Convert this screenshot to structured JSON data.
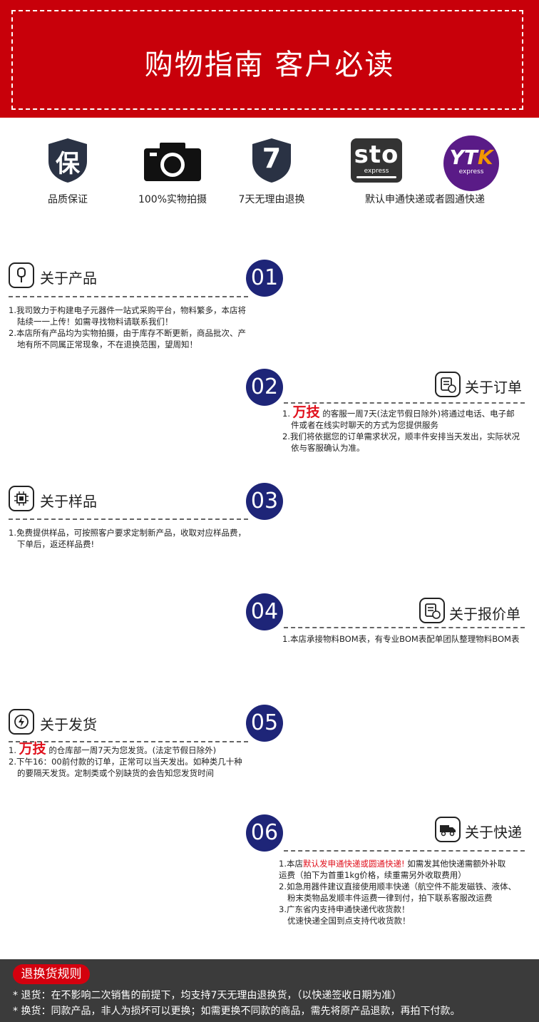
{
  "banner": {
    "title": "购物指南 客户必读"
  },
  "badges": {
    "quality": {
      "icon_char": "保",
      "label": "品质保证"
    },
    "photo": {
      "label": "100%实物拍摄"
    },
    "return": {
      "icon_char": "7",
      "label": "7天无理由退换"
    },
    "courier": {
      "sto_main": "sto",
      "sto_sub": "express",
      "yto_main": "YT",
      "yto_k": "K",
      "yto_sub": "express",
      "label": "默认申通快递或者圆通快递"
    }
  },
  "sections": {
    "s01": {
      "number": "01",
      "title": "关于产品",
      "lines": [
        "1.我司致力于构建电子元器件一站式采购平台，物料繁多，本店将",
        "陆续一一上传！如需寻找物料请联系我们！",
        "2.本店所有产品均为实物拍摄，由于库存不断更新，商品批次、产",
        "地有所不同属正常现象，不在退换范围，望周知！"
      ]
    },
    "s02": {
      "number": "02",
      "title": "关于订单",
      "brand": "万技",
      "line1_prefix": "1.",
      "line1_rest": "的客服一周7天(法定节假日除外)将通过电话、电子邮",
      "lines": [
        "件或者在线实时聊天的方式为您提供服务",
        "2.我们将依据您的订单需求状况，顺丰件安排当天发出，实际状况",
        "依与客服确认为准。"
      ]
    },
    "s03": {
      "number": "03",
      "title": "关于样品",
      "lines": [
        "1.免费提供样品，可按照客户要求定制新产品，收取对应样品费，",
        "下单后，返还样品费!"
      ]
    },
    "s04": {
      "number": "04",
      "title": "关于报价单",
      "lines": [
        "1.本店承接物料BOM表，有专业BOM表配单团队整理物料BOM表"
      ]
    },
    "s05": {
      "number": "05",
      "title": "关于发货",
      "brand": "万技",
      "line1_prefix": "1.",
      "line1_rest": "的仓库部一周7天为您发货。(法定节假日除外)",
      "lines": [
        "2.下午16：00前付款的订单，正常可以当天发出。如种类几十种",
        "的要隔天发货。定制类或个别缺货的会告知您发货时间"
      ]
    },
    "s06": {
      "number": "06",
      "title": "关于快递",
      "line1_prefix": "1.本店",
      "line1_red": "默认发申通快递或圆通快递!",
      "line1_rest": " 如需发其他快递需额外补取",
      "lines": [
        "运费（拍下为首重1kg价格，续重需另外收取费用）",
        "2.如急用器件建议直接使用顺丰快递（航空件不能发磁铁、液体、",
        "粉末类物品发顺丰件运费一律到付，拍下联系客服改运费",
        "3.广东省内支持申通快递代收货款！",
        "优速快递全国到点支持代收货款！"
      ]
    }
  },
  "footer": {
    "badge": "退换货规则",
    "rule1": "* 退货：在不影响二次销售的前提下，均支持7天无理由退换货，（以快递签收日期为准）",
    "rule2": "* 换货：同款产品，非人为损坏可以更换；如需更换不同款的商品，需先将原产品退款，再拍下付款。"
  },
  "colors": {
    "banner_red": "#c8000a",
    "circle_navy": "#1e2578",
    "brand_red": "#e0101c",
    "footer_dark": "#3b3b3b"
  },
  "icons": [
    "shield-icon",
    "camera-icon",
    "sto-logo-icon",
    "yto-logo-icon",
    "product-icon",
    "order-icon",
    "chip-icon",
    "quote-icon",
    "lightning-icon",
    "truck-icon"
  ]
}
